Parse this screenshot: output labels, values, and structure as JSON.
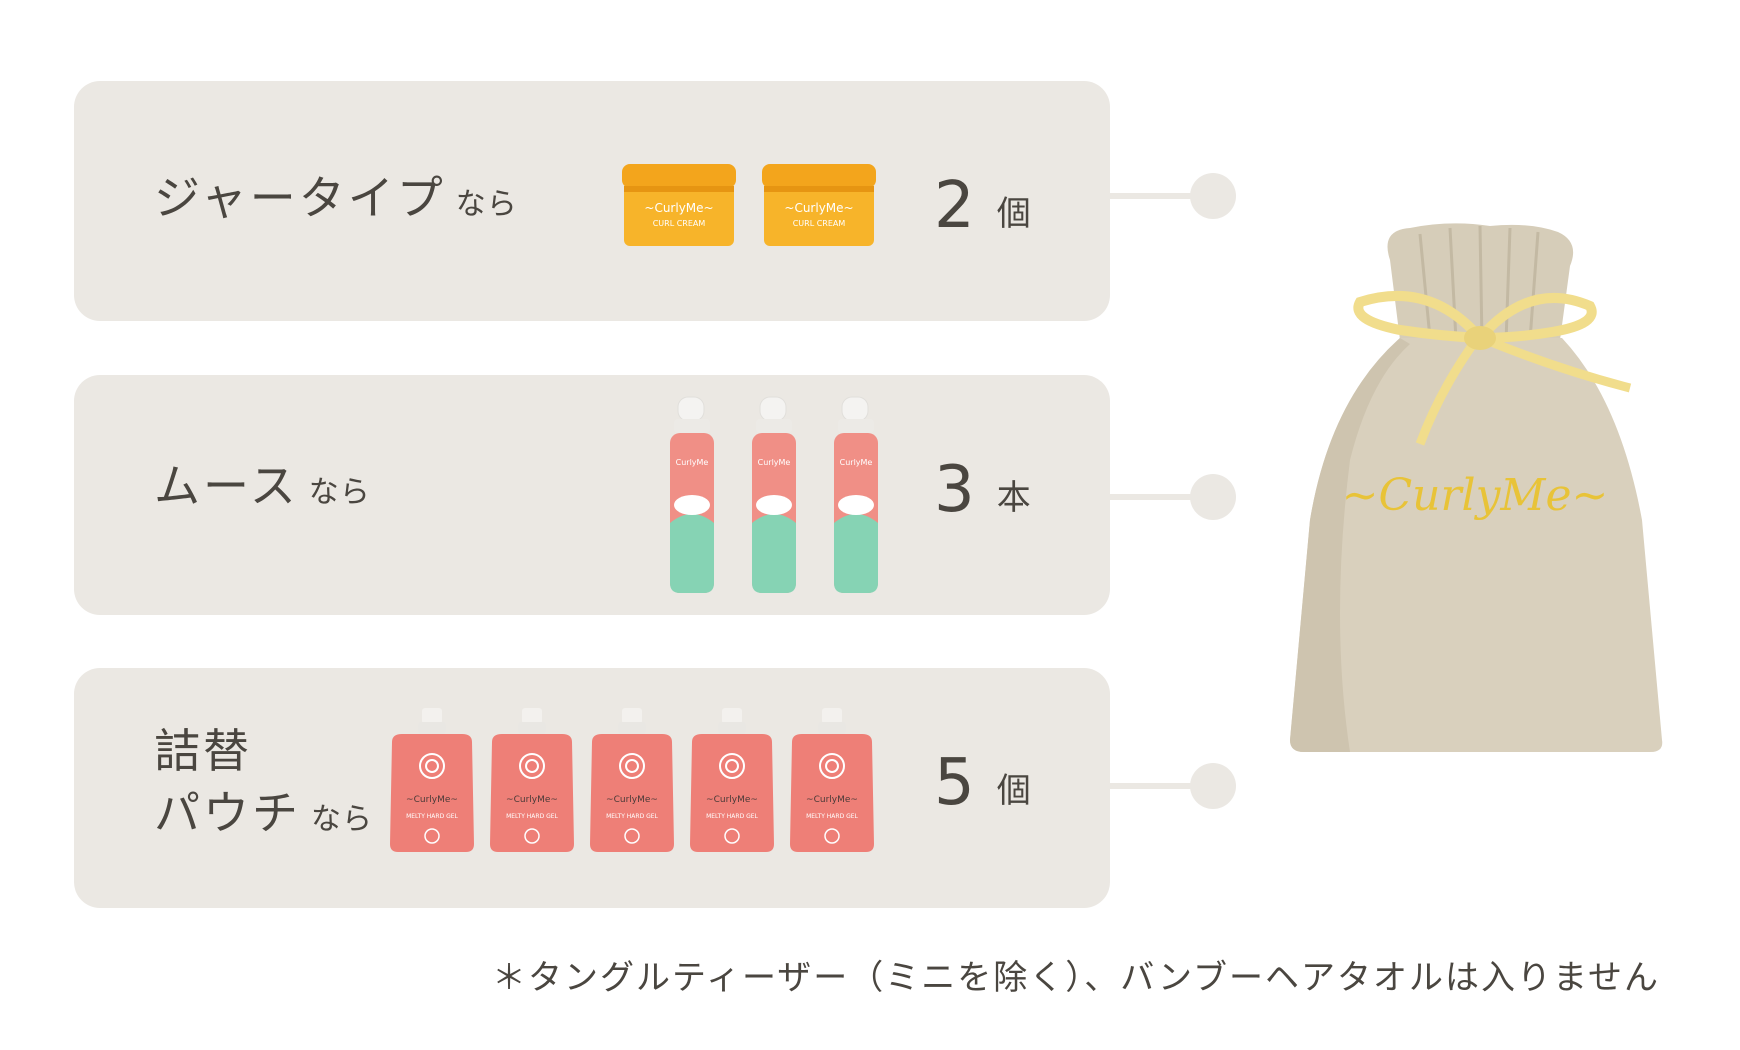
{
  "rows": [
    {
      "label": "ジャータイプ",
      "suffix": "なら",
      "qty": "2",
      "unit": "個"
    },
    {
      "label": "ムース",
      "suffix": "なら",
      "qty": "3",
      "unit": "本"
    },
    {
      "label_line1": "詰替",
      "label_line2": "パウチ",
      "suffix": "なら",
      "qty": "5",
      "unit": "個"
    }
  ],
  "products": {
    "jar_brand": "~CurlyMe~",
    "jar_name": "CURL CREAM",
    "mousse_brand": "CurlyMe",
    "pouch_brand": "~CurlyMe~",
    "pouch_name": "MELTY HARD GEL"
  },
  "bag_brand": "~CurlyMe~",
  "footnote": "＊タングルティーザー（ミニを除く）、バンブーヘアタオルは入りません",
  "colors": {
    "card": "#ebe8e3",
    "jar": "#f5a91f",
    "mousse_pink": "#f08f86",
    "mousse_mint": "#86d3b4",
    "pouch": "#ee7f77",
    "bag": "#d8cfbb",
    "ribbon": "#f1dd8c"
  }
}
